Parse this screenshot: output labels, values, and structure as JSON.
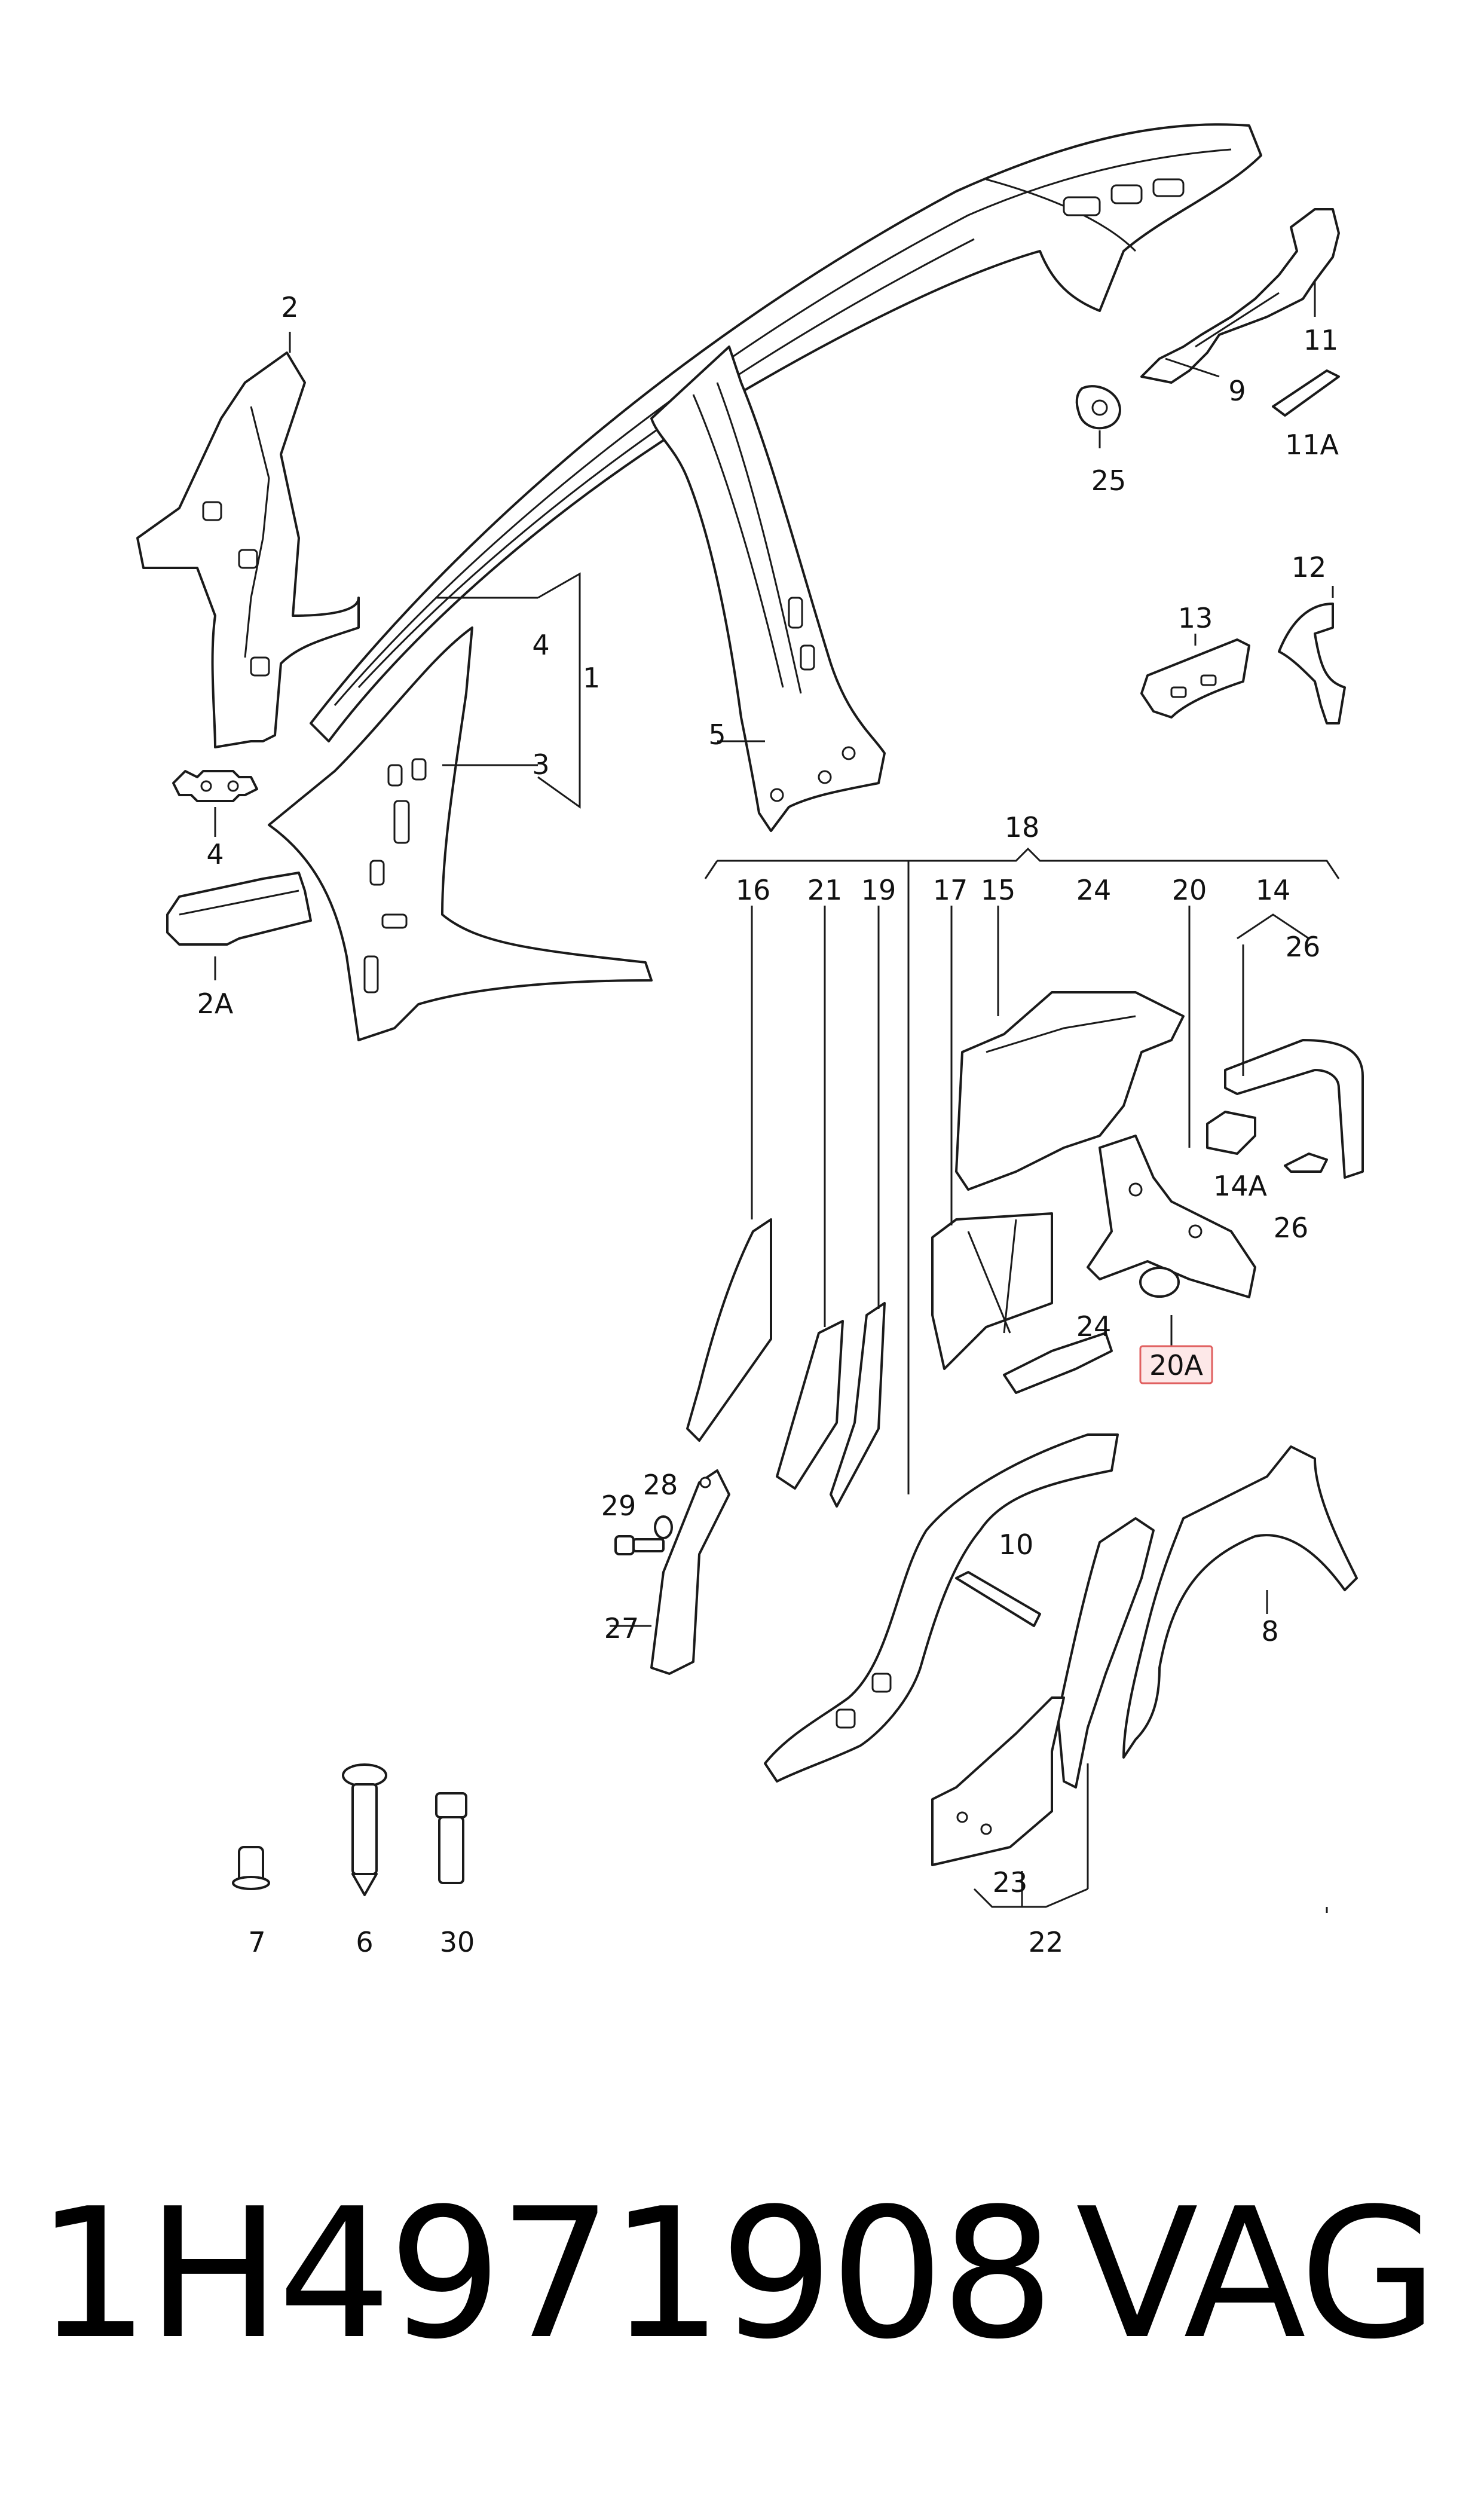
{
  "diagram": {
    "callouts": {
      "c1": "1",
      "c2": "2",
      "c2A": "2A",
      "c3": "3",
      "c4a": "4",
      "c4b": "4",
      "c5": "5",
      "c6": "6",
      "c7": "7",
      "c8": "8",
      "c9": "9",
      "c10": "10",
      "c11": "11",
      "c11A": "11A",
      "c12": "12",
      "c13": "13",
      "c14a": "14",
      "c14A": "14A",
      "c15": "15",
      "c16": "16",
      "c17": "17",
      "c18": "18",
      "c19": "19",
      "c20": "20",
      "c20A": "20A",
      "c21": "21",
      "c22": "22",
      "c23": "23",
      "c24a": "24",
      "c24b": "24",
      "c25": "25",
      "c26a": "26",
      "c26b": "26",
      "c27": "27",
      "c28": "28",
      "c29": "29",
      "c30": "30"
    },
    "highlighted_callout": "20A",
    "highlight_color": "#e06060"
  },
  "footer": {
    "part_number": "1H4971908",
    "brand": "VAG"
  }
}
